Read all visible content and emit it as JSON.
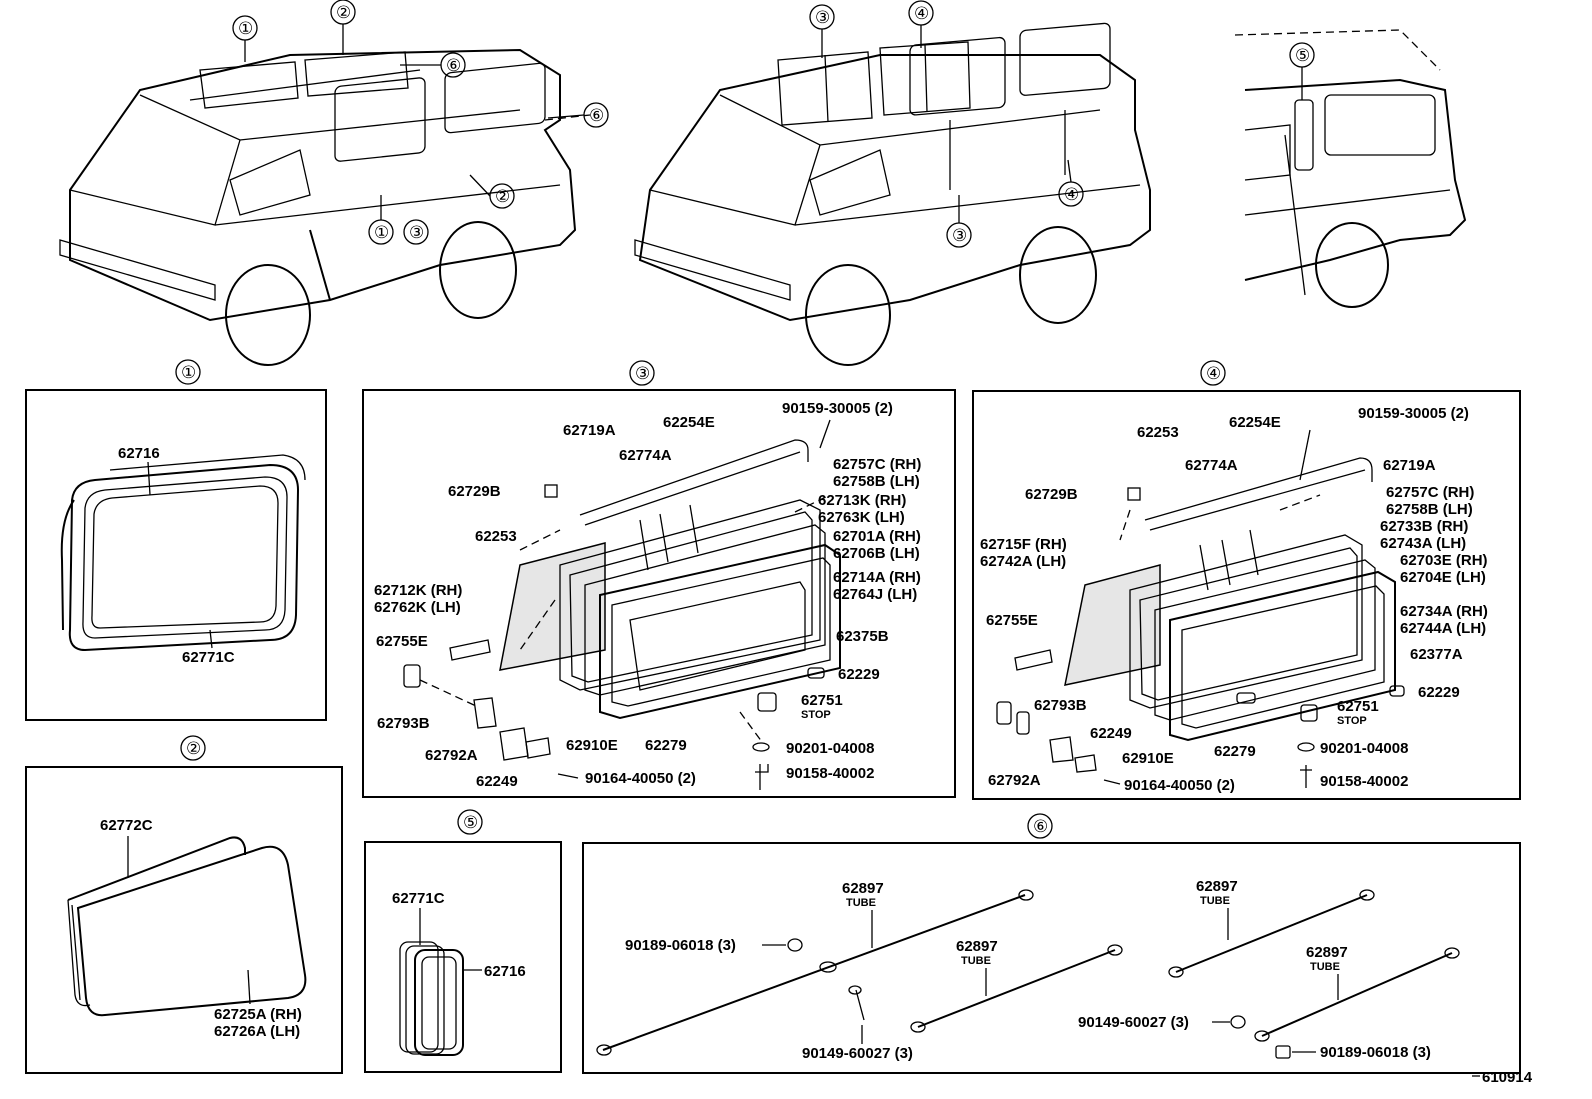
{
  "circled_numbers": [
    "①",
    "②",
    "③",
    "④",
    "⑤",
    "⑥"
  ],
  "section1": {
    "parts": [
      "62716",
      "62771C"
    ]
  },
  "section2": {
    "parts": [
      "62772C",
      "62725A (RH)",
      "62726A (LH)"
    ]
  },
  "section3": {
    "parts": [
      "62719A",
      "62254E",
      "90159-30005 (2)",
      "62774A",
      "62757C (RH)",
      "62758B (LH)",
      "62729B",
      "62713K (RH)",
      "62763K (LH)",
      "62253",
      "62701A (RH)",
      "62706B (LH)",
      "62712K (RH)",
      "62762K (LH)",
      "62714A (RH)",
      "62764J (LH)",
      "62375B",
      "62755E",
      "62229",
      "62751",
      "62793B",
      "62792A",
      "62910E",
      "62279",
      "90201-04008",
      "62249",
      "90164-40050 (2)",
      "90158-40002"
    ],
    "stop_note": "STOP"
  },
  "section4": {
    "parts": [
      "62253",
      "62254E",
      "90159-30005 (2)",
      "62774A",
      "62719A",
      "62729B",
      "62757C (RH)",
      "62758B (LH)",
      "62733B (RH)",
      "62743A (LH)",
      "62715F (RH)",
      "62742A (LH)",
      "62703E (RH)",
      "62704E (LH)",
      "62734A (RH)",
      "62744A (LH)",
      "62755E",
      "62377A",
      "62229",
      "62793B",
      "62751",
      "62249",
      "62910E",
      "62279",
      "90201-04008",
      "62792A",
      "90164-40050 (2)",
      "90158-40002"
    ],
    "stop_note": "STOP"
  },
  "section5": {
    "parts": [
      "62771C",
      "62716"
    ]
  },
  "section6": {
    "parts": [
      "62897",
      "62897",
      "62897",
      "62897",
      "90189-06018 (3)",
      "90149-60027 (3)",
      "90149-60027 (3)",
      "90189-06018 (3)"
    ],
    "tube_note": "TUBE"
  },
  "figure_number": "610914"
}
